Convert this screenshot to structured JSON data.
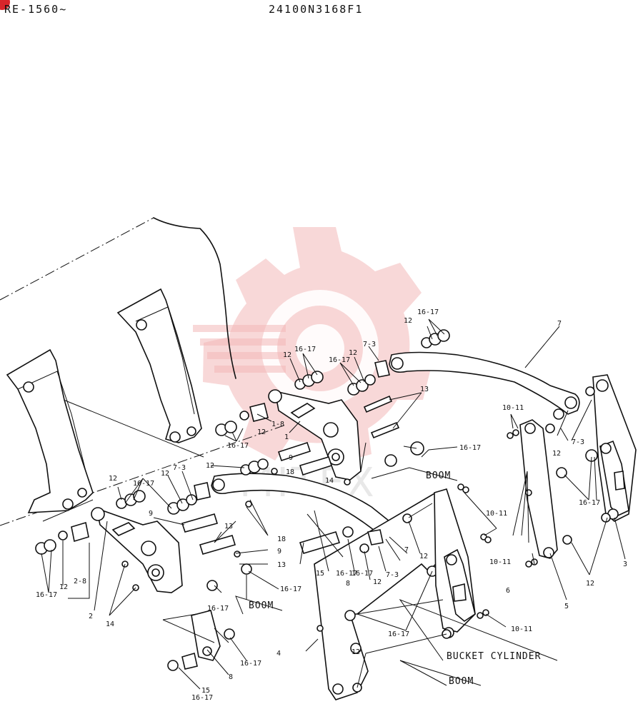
{
  "header": {
    "serial_range": "RE-1560~",
    "part_number": "24100N3168F1"
  },
  "watermark": {
    "text": "MITEX",
    "color": "#f3b8b8"
  },
  "labels": {
    "l_12_a": "12",
    "l_1617_a": "16-17",
    "l_7": "7",
    "l_12_b": "12",
    "l_1617_b": "16-17",
    "l_1617_c": "16-17",
    "l_12_c": "12",
    "l_73_a": "7-3",
    "l_13_a": "13",
    "l_18_a": "1-8",
    "l_12_d": "12",
    "l_1_a": "1",
    "l_1617_d": "16-17",
    "l_12_e": "12",
    "l_1617_e": "16-17",
    "l_12_f": "12",
    "l_73_b": "7-3",
    "l_9_a": "9",
    "l_18_b": "18",
    "l_14_a": "14",
    "l_1617_f": "16-17",
    "l_1011_a": "10-11",
    "l_73_c": "7-3",
    "l_12_g": "12",
    "l_1617_g": "16-17",
    "l_12_h": "12",
    "l_9_b": "9",
    "l_13_b": "13",
    "l_18_c": "18",
    "l_9_c": "9",
    "l_13_c": "13",
    "l_1617_h": "16-17",
    "l_12_i": "12",
    "l_28": "2-8",
    "l_2": "2",
    "l_14_b": "14",
    "l_1617_i": "16-17",
    "l_15_a": "15",
    "l_8_a": "8",
    "l_1617_j": "16-17",
    "l_12_j": "12",
    "l_73_d": "7-3",
    "l_7_b": "7",
    "l_12_k": "12",
    "l_1011_b": "10-11",
    "l_1011_c": "10-11",
    "l_5": "5",
    "l_12_l": "12",
    "l_3": "3",
    "l_6": "6",
    "l_1617_k": "16-17",
    "l_1011_d": "10-11",
    "l_4": "4",
    "l_12_m": "12",
    "l_8_b": "8",
    "l_1617_l": "16-17",
    "l_15_b": "15",
    "l_1617_m": "16-17",
    "boom_1": "BOOM",
    "boom_2": "BOOM",
    "boom_3": "BOOM",
    "bucket_cylinder": "BUCKET CYLINDER"
  }
}
